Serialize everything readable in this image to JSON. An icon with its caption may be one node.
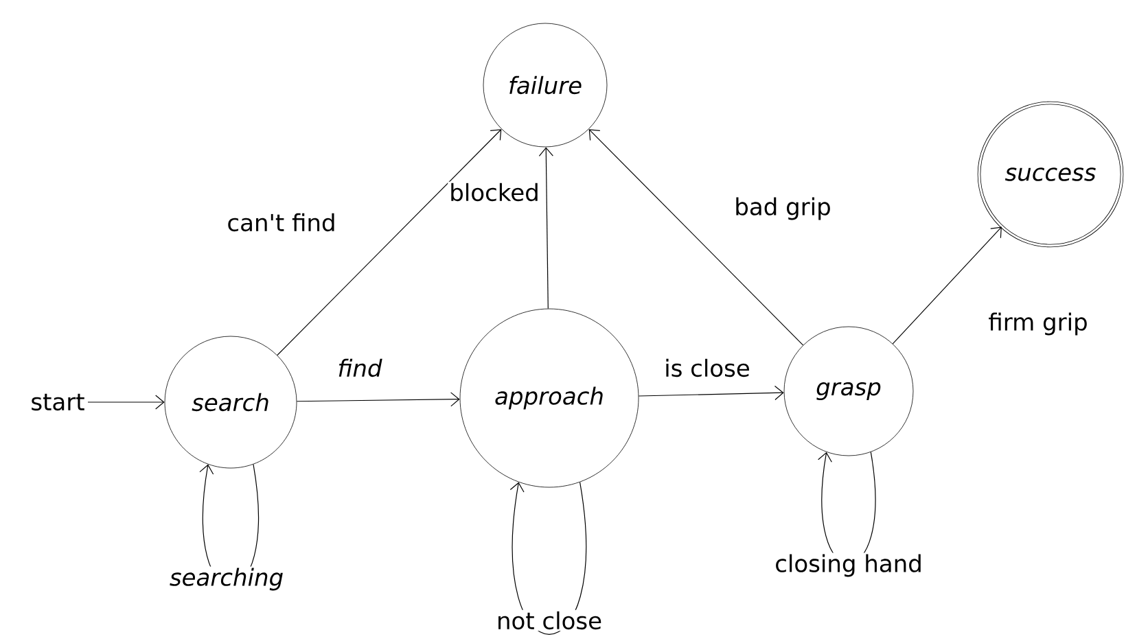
{
  "diagram": {
    "nodes": [
      {
        "text": [
          "start"
        ]
      },
      {
        "text": [
          "search"
        ]
      },
      {
        "text": [
          "failure"
        ]
      },
      {
        "text": [
          "approach"
        ]
      },
      {
        "text": [
          "grasp"
        ]
      },
      {
        "text": [
          "success"
        ]
      }
    ],
    "edges": [
      {
        "from": 0,
        "to": 1,
        "arrow": "to"
      },
      {
        "from": 1,
        "to": 3,
        "arrow": "to",
        "label": "find"
      },
      {
        "from": 1,
        "to": 1,
        "arrow": "to",
        "label": "searching"
      },
      {
        "from": 1,
        "to": 2,
        "arrow": "to",
        "label": "can't find"
      },
      {
        "from": 3,
        "to": 2,
        "arrow": "to",
        "label": "blocked"
      },
      {
        "from": 3,
        "to": 3,
        "arrow": "to",
        "label": "not close"
      },
      {
        "from": 3,
        "to": 4,
        "arrow": "to",
        "label": "is close"
      },
      {
        "from": 4,
        "to": 2,
        "arrow": "to",
        "label": "bad grip"
      },
      {
        "from": 4,
        "to": 4,
        "arrow": "to",
        "label": "closing hand"
      },
      {
        "from": 4,
        "to": 5,
        "arrow": "to",
        "label": "firm grip"
      }
    ]
  }
}
